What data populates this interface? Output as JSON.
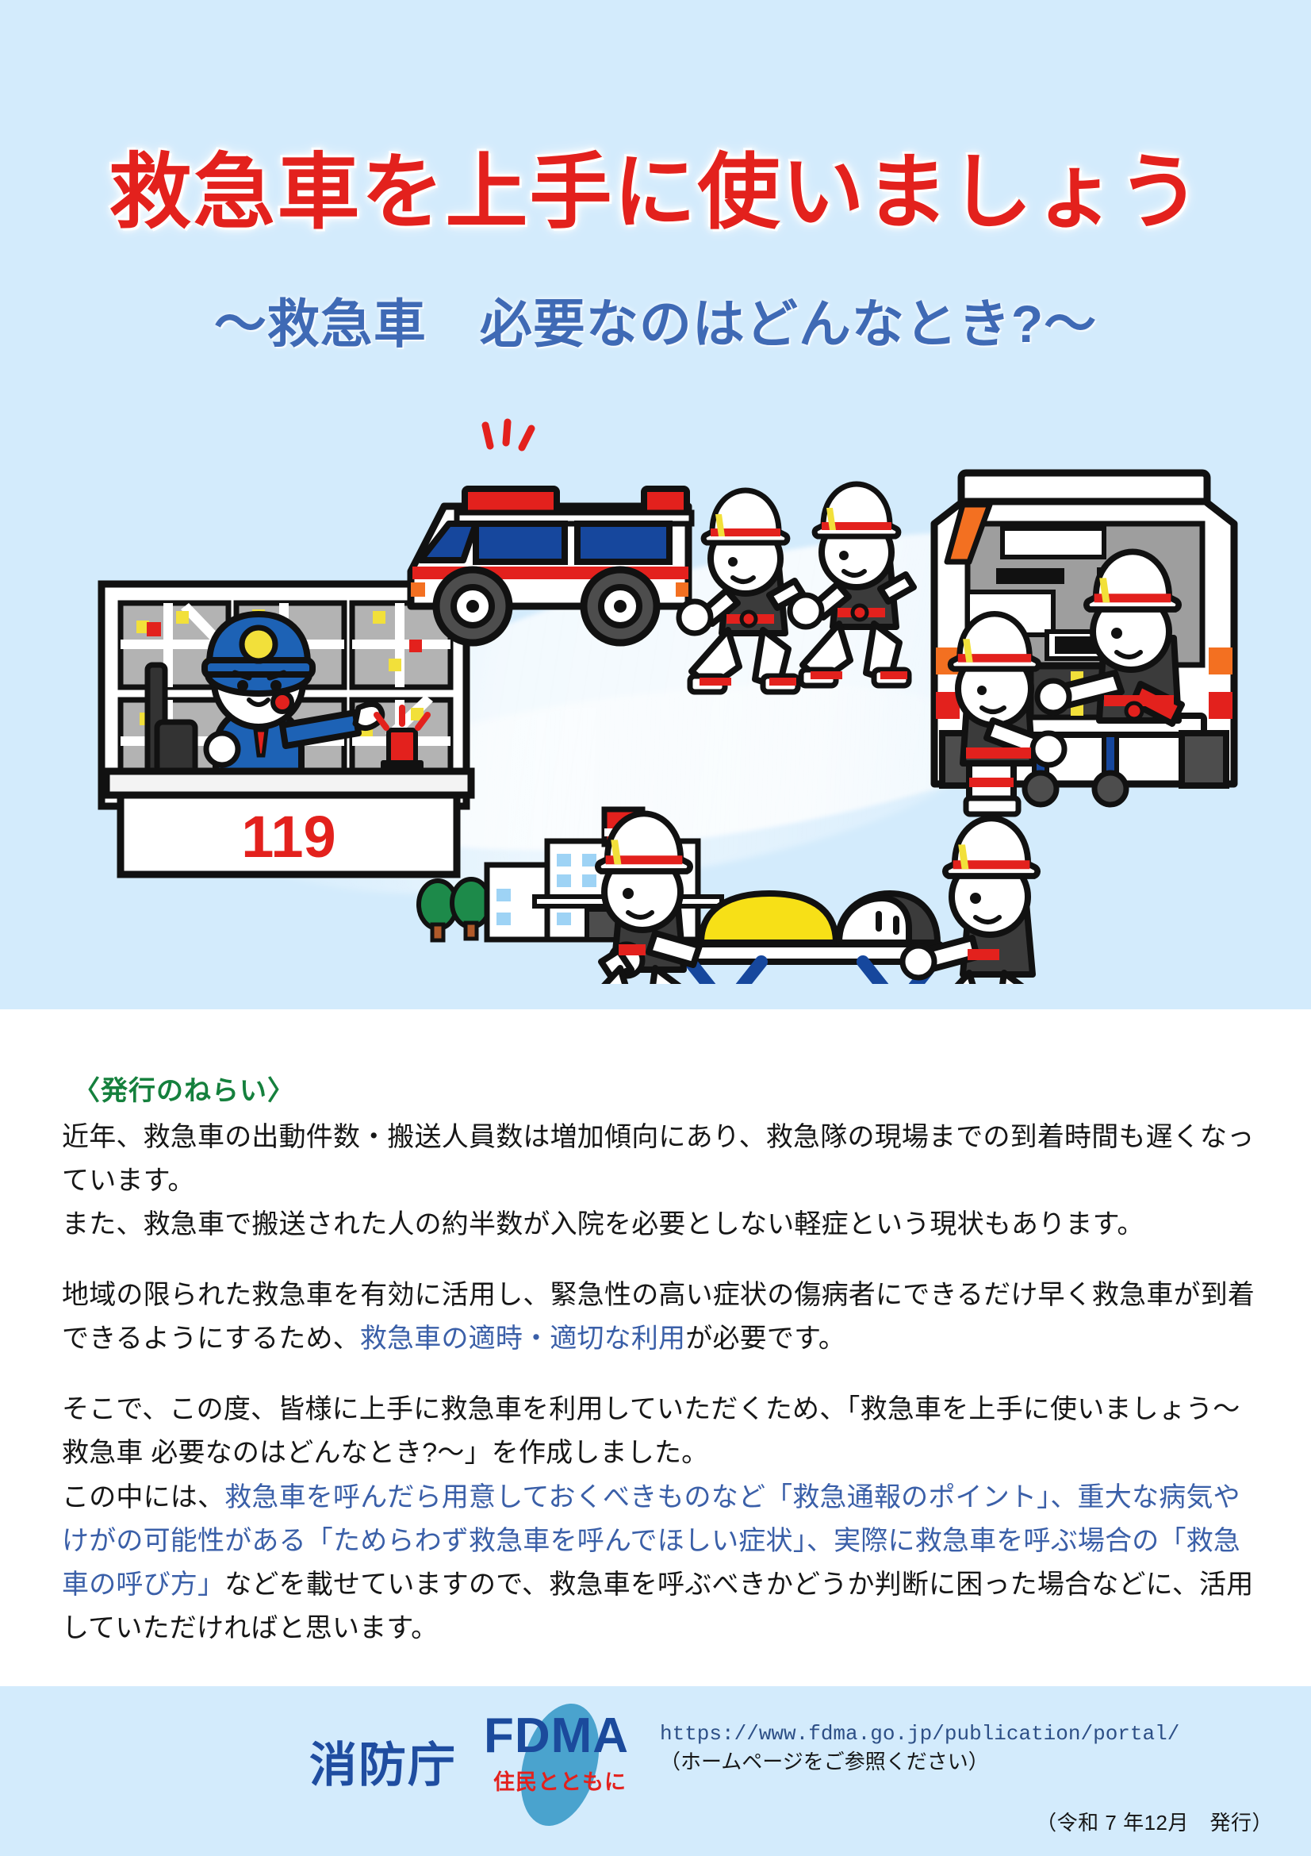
{
  "poster": {
    "title_main": "救急車を上手に使いましょう",
    "title_sub": "〜救急車　必要なのはどんなとき?〜",
    "colors": {
      "banner_bg": "#d3ebfc",
      "title_red": "#e3211d",
      "subtitle_blue": "#3f6ab5",
      "heading_green": "#15803d",
      "highlight_blue": "#3a5fa8",
      "logo_blue": "#1b4a9c",
      "logo_ellipse": "#4aa3ce"
    }
  },
  "illustration": {
    "dispatch_desk_number": "119",
    "scenes": [
      "119-dispatch-console",
      "ambulance-side-view",
      "running-paramedics",
      "ambulance-rear-loading",
      "stretcher-transport-to-hospital"
    ]
  },
  "aim_section": {
    "heading": "〈発行のねらい〉",
    "paragraphs": [
      {
        "id": "p1",
        "runs": [
          {
            "text": "近年、救急車の出動件数・搬送人員数は増加傾向にあり、救急隊の現場までの到着時間も遅くなっています。",
            "highlight": false
          }
        ]
      },
      {
        "id": "p2",
        "runs": [
          {
            "text": "また、救急車で搬送された人の約半数が入院を必要としない軽症という現状もあります。",
            "highlight": false
          }
        ]
      },
      {
        "id": "p3",
        "runs": [
          {
            "text": "地域の限られた救急車を有効に活用し、緊急性の高い症状の傷病者にできるだけ早く救急車が到着できるようにするため、",
            "highlight": false
          },
          {
            "text": "救急車の適時・適切な利用",
            "highlight": true
          },
          {
            "text": "が必要です。",
            "highlight": false
          }
        ]
      },
      {
        "id": "p4",
        "runs": [
          {
            "text": "そこで、この度、皆様に上手に救急車を利用していただくため、「救急車を上手に使いましょう〜救急車 必要なのはどんなとき?〜」を作成しました。",
            "highlight": false
          }
        ]
      },
      {
        "id": "p5",
        "runs": [
          {
            "text": "この中には、",
            "highlight": false
          },
          {
            "text": "救急車を呼んだら用意しておくべきものなど「救急通報のポイント」、重大な病気やけがの可能性がある「ためらわず救急車を呼んでほしい症状」、実際に救急車を呼ぶ場合の「救急車の呼び方」",
            "highlight": true
          },
          {
            "text": "などを載せていますので、救急車を呼ぶべきかどうか判断に困った場合などに、活用していただければと思います。",
            "highlight": false
          }
        ]
      }
    ]
  },
  "footer": {
    "agency_name": "消防庁",
    "logo_word": "FDMA",
    "logo_tagline": "住民とともに",
    "url": "https://www.fdma.go.jp/publication/portal/",
    "url_note": "（ホームページをご参照ください）",
    "issue_date": "（令和 7 年12月　発行）"
  }
}
